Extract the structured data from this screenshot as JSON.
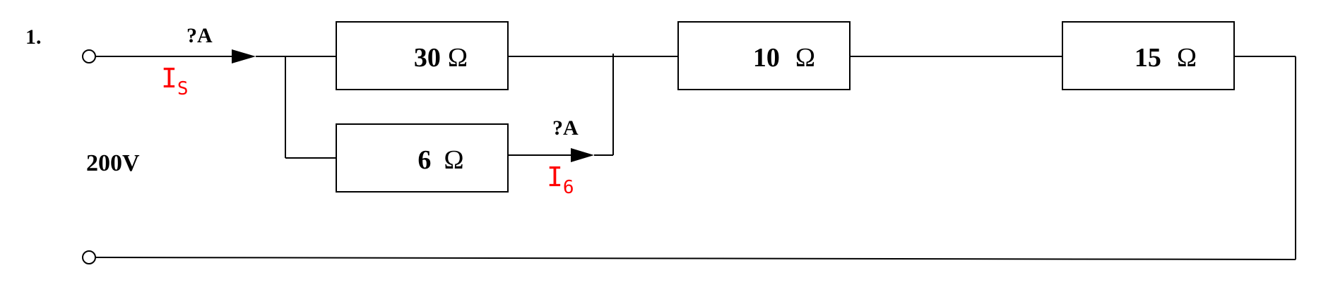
{
  "problem": {
    "number": "1."
  },
  "source": {
    "voltage": "200V"
  },
  "colors": {
    "annotation": "#ff0000",
    "line": "#000000"
  },
  "resistors": [
    {
      "value": "30",
      "unit": "Ω"
    },
    {
      "value": "6",
      "unit": "Ω"
    },
    {
      "value": "10",
      "unit": "Ω"
    },
    {
      "value": "15",
      "unit": "Ω"
    }
  ],
  "currents": {
    "source": {
      "question": "?A",
      "symbol": "I",
      "subscript": "S"
    },
    "branch6": {
      "question": "?A",
      "symbol": "I",
      "subscript": "6"
    }
  }
}
